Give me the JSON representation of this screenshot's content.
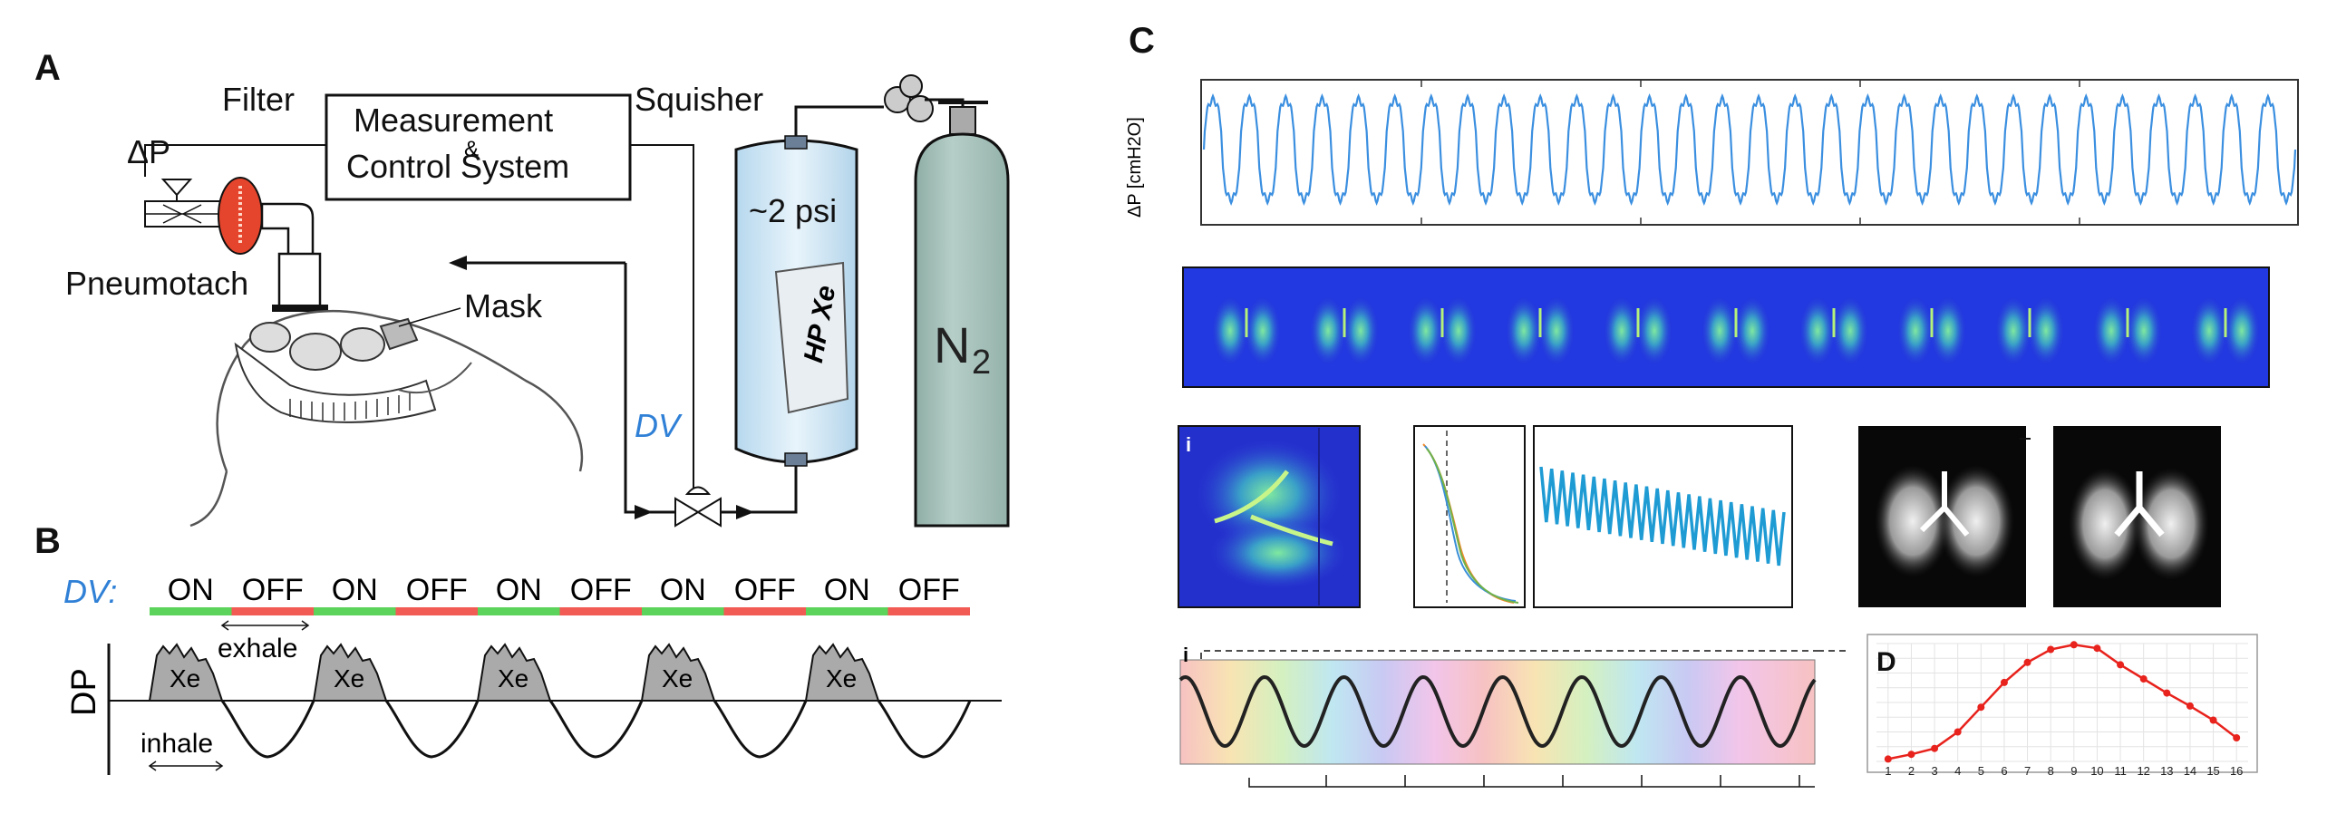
{
  "panels": {
    "A": "A",
    "B": "B",
    "C": "C",
    "D": "D"
  },
  "panelA": {
    "filter": "Filter",
    "measurement_line1": "Measurement",
    "measurement_amp": "&",
    "measurement_line2": "Control System",
    "delta_p": "ΔP",
    "squisher": "Squisher",
    "pneumotach": "Pneumotach",
    "mask": "Mask",
    "pressure": "~2 psi",
    "bag": "HP Xe",
    "tank_n": "N",
    "tank_sub": "2",
    "dv": "DV"
  },
  "panelB": {
    "dv_label": "DV:",
    "states": [
      "ON",
      "OFF",
      "ON",
      "OFF",
      "ON",
      "OFF",
      "ON",
      "OFF",
      "ON",
      "OFF"
    ],
    "state_colors": {
      "on": "#5cd35a",
      "off": "#f25a54"
    },
    "exhale": "exhale",
    "inhale": "inhale",
    "y_label": "DP",
    "xe": [
      "Xe",
      "Xe",
      "Xe",
      "Xe",
      "Xe"
    ]
  },
  "panelC": {
    "y_label": "ΔP [cmH2O]",
    "sub_i_top": "i",
    "sub_i_bottom": "i",
    "trace_color": "#3b8fe0"
  },
  "chart_data": {
    "type": "line",
    "x": [
      1,
      2,
      3,
      4,
      5,
      6,
      7,
      8,
      9,
      10,
      11,
      12,
      13,
      14,
      15,
      16
    ],
    "values": [
      0.02,
      0.06,
      0.11,
      0.25,
      0.46,
      0.67,
      0.84,
      0.95,
      0.99,
      0.96,
      0.82,
      0.7,
      0.58,
      0.47,
      0.35,
      0.2
    ],
    "ylim": [
      0,
      1
    ],
    "xlim": [
      0.5,
      16.5
    ],
    "color": "#e8221c",
    "grid": true
  }
}
